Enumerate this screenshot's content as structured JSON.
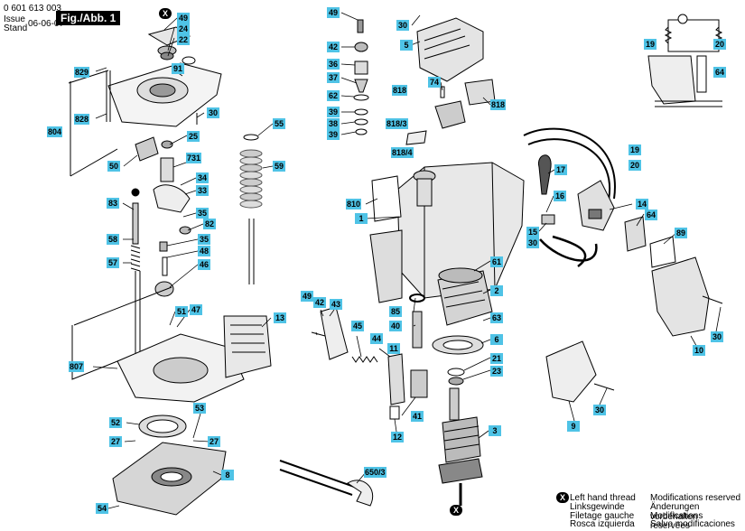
{
  "header": {
    "part_number": "0 601 613 003",
    "issue_label_1": "Issue",
    "issue_label_2": "Stand",
    "issue_date": "06-06-07",
    "figure": "Fig./Abb. 1"
  },
  "footer": {
    "left_hand": [
      "Left hand thread",
      "Linksgewinde",
      "Filetage gauche",
      "Rosca izquierda"
    ],
    "modifications": [
      "Modifications reserved",
      "Änderungen vorbehalten",
      "Modifications reservées",
      "Salvo modificaciones"
    ]
  },
  "callouts": [
    {
      "id": "c49a",
      "text": "49"
    },
    {
      "id": "c24a",
      "text": "24"
    },
    {
      "id": "c22",
      "text": "22"
    },
    {
      "id": "c829",
      "text": "829"
    },
    {
      "id": "c91",
      "text": "91"
    },
    {
      "id": "c828",
      "text": "828"
    },
    {
      "id": "c804",
      "text": "804"
    },
    {
      "id": "c30a",
      "text": "30"
    },
    {
      "id": "c25",
      "text": "25"
    },
    {
      "id": "c50",
      "text": "50"
    },
    {
      "id": "c731",
      "text": "731"
    },
    {
      "id": "c34",
      "text": "34"
    },
    {
      "id": "c33",
      "text": "33"
    },
    {
      "id": "c83",
      "text": "83"
    },
    {
      "id": "c35a",
      "text": "35"
    },
    {
      "id": "c82",
      "text": "82"
    },
    {
      "id": "c58",
      "text": "58"
    },
    {
      "id": "c35b",
      "text": "35"
    },
    {
      "id": "c48",
      "text": "48"
    },
    {
      "id": "c57",
      "text": "57"
    },
    {
      "id": "c46",
      "text": "46"
    },
    {
      "id": "c55",
      "text": "55"
    },
    {
      "id": "c59",
      "text": "59"
    },
    {
      "id": "c51",
      "text": "51"
    },
    {
      "id": "c47",
      "text": "47"
    },
    {
      "id": "c807",
      "text": "807"
    },
    {
      "id": "c13",
      "text": "13"
    },
    {
      "id": "c52",
      "text": "52"
    },
    {
      "id": "c53",
      "text": "53"
    },
    {
      "id": "c27a",
      "text": "27"
    },
    {
      "id": "c27b",
      "text": "27"
    },
    {
      "id": "c8",
      "text": "8"
    },
    {
      "id": "c54",
      "text": "54"
    },
    {
      "id": "c49b",
      "text": "49"
    },
    {
      "id": "c42a",
      "text": "42"
    },
    {
      "id": "c36",
      "text": "36"
    },
    {
      "id": "c37",
      "text": "37"
    },
    {
      "id": "c62",
      "text": "62"
    },
    {
      "id": "c39a",
      "text": "39"
    },
    {
      "id": "c38",
      "text": "38"
    },
    {
      "id": "c39b",
      "text": "39"
    },
    {
      "id": "c30b",
      "text": "30"
    },
    {
      "id": "c5",
      "text": "5"
    },
    {
      "id": "c818a",
      "text": "818"
    },
    {
      "id": "c74",
      "text": "74"
    },
    {
      "id": "c818b",
      "text": "818"
    },
    {
      "id": "c8183",
      "text": "818/3"
    },
    {
      "id": "c8184",
      "text": "818/4"
    },
    {
      "id": "c810",
      "text": "810"
    },
    {
      "id": "c1",
      "text": "1"
    },
    {
      "id": "c17",
      "text": "17"
    },
    {
      "id": "c16",
      "text": "16"
    },
    {
      "id": "c15",
      "text": "15"
    },
    {
      "id": "c30c",
      "text": "30"
    },
    {
      "id": "c19a",
      "text": "19"
    },
    {
      "id": "c20a",
      "text": "20"
    },
    {
      "id": "c19b",
      "text": "19"
    },
    {
      "id": "c20b",
      "text": "20"
    },
    {
      "id": "c64a",
      "text": "64"
    },
    {
      "id": "c14",
      "text": "14"
    },
    {
      "id": "c64b",
      "text": "64"
    },
    {
      "id": "c89",
      "text": "89"
    },
    {
      "id": "c61",
      "text": "61"
    },
    {
      "id": "c2",
      "text": "2"
    },
    {
      "id": "c85",
      "text": "85"
    },
    {
      "id": "c40",
      "text": "40"
    },
    {
      "id": "c63",
      "text": "63"
    },
    {
      "id": "c6",
      "text": "6"
    },
    {
      "id": "c21",
      "text": "21"
    },
    {
      "id": "c23",
      "text": "23"
    },
    {
      "id": "c3",
      "text": "3"
    },
    {
      "id": "c49c",
      "text": "49"
    },
    {
      "id": "c42b",
      "text": "42"
    },
    {
      "id": "c43",
      "text": "43"
    },
    {
      "id": "c45",
      "text": "45"
    },
    {
      "id": "c44",
      "text": "44"
    },
    {
      "id": "c11",
      "text": "11"
    },
    {
      "id": "c41",
      "text": "41"
    },
    {
      "id": "c12",
      "text": "12"
    },
    {
      "id": "c6503",
      "text": "650/3"
    },
    {
      "id": "c10",
      "text": "10"
    },
    {
      "id": "c30d",
      "text": "30"
    },
    {
      "id": "c9",
      "text": "9"
    },
    {
      "id": "c30e",
      "text": "30"
    },
    {
      "id": "cx1",
      "text": "X"
    },
    {
      "id": "cx2",
      "text": "X"
    },
    {
      "id": "cx3",
      "text": "X"
    }
  ]
}
